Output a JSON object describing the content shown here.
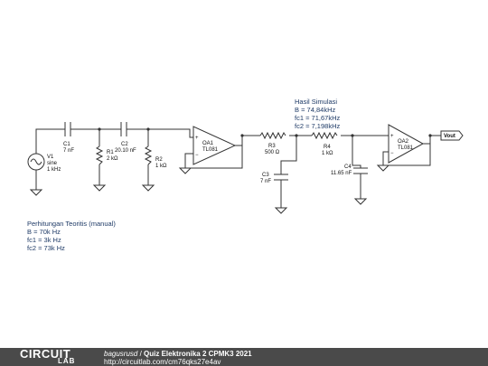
{
  "components": {
    "V1": {
      "name": "V1",
      "line1": "sine",
      "line2": "1 kHz"
    },
    "C1": {
      "name": "C1",
      "value": "7 nF"
    },
    "R1": {
      "name": "R1",
      "value": "2 kΩ"
    },
    "C2": {
      "name": "C2",
      "value": "20.10 nF"
    },
    "R2": {
      "name": "R2",
      "value": "1 kΩ"
    },
    "OA1": {
      "name": "OA1",
      "model": "TL081"
    },
    "R3": {
      "name": "R3",
      "value": "500 Ω"
    },
    "C3": {
      "name": "C3",
      "value": "7 nF"
    },
    "R4": {
      "name": "R4",
      "value": "1 kΩ"
    },
    "C4": {
      "name": "C4",
      "value": "11.65 nF"
    },
    "OA2": {
      "name": "OA2",
      "model": "TL081"
    },
    "Vout": {
      "label": "Vout"
    }
  },
  "notes": {
    "simulation": {
      "title": "Hasil Simulasi",
      "lines": [
        "B = 74,84kHz",
        "fc1 = 71,67kHz",
        "fc2 = 7,198kHz"
      ]
    },
    "theory": {
      "title": "Perhitungan Teoritis (manual)",
      "lines": [
        "B = 70k Hz",
        "fc1 = 3k Hz",
        "fc2 = 73k Hz"
      ]
    }
  },
  "footer": {
    "logo_top": "CIRCUIT",
    "logo_bottom": "LAB",
    "author": "bagusrusd",
    "separator": " / ",
    "title": "Quiz Elektronika 2 CPMK3 2021",
    "url": "http://circuitlab.com/cm76qks27e4av"
  },
  "colors": {
    "note_text": "#1e3a66",
    "wire": "#333333",
    "footer_bg": "#4a4a4a"
  }
}
